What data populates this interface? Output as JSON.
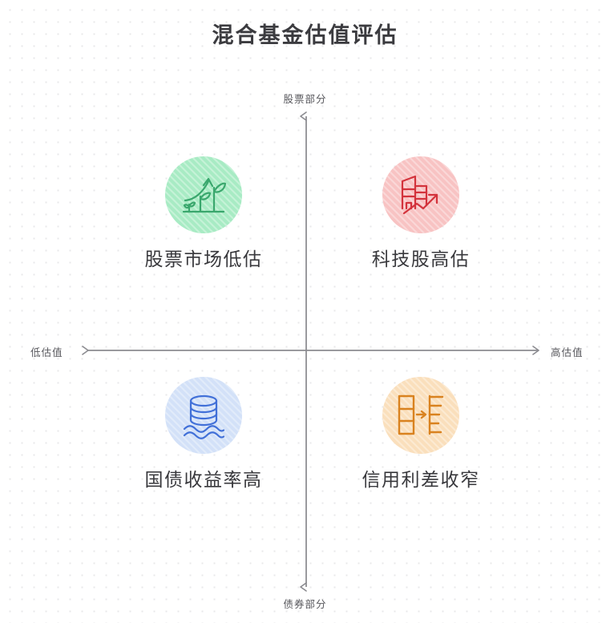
{
  "page": {
    "title": "混合基金估值评估",
    "background_color": "#ffffff",
    "dot_color": "#e8e8ea"
  },
  "axes": {
    "vertical": {
      "top_label": "股票部分",
      "bottom_label": "债券部分"
    },
    "horizontal": {
      "left_label": "低估值",
      "right_label": "高估值"
    },
    "line_color": "#8b8b90"
  },
  "quadrants": [
    {
      "position": "top-left",
      "label": "股票市场低估",
      "icon": "plant-growth-icon",
      "circle_color": "#a8ebc4",
      "stroke_color": "#3aa76d"
    },
    {
      "position": "top-right",
      "label": "科技股高估",
      "icon": "buildings-rising-arrow-icon",
      "circle_color": "#f8c3c3",
      "stroke_color": "#d3333c"
    },
    {
      "position": "bottom-left",
      "label": "国债收益率高",
      "icon": "coin-stack-waves-icon",
      "circle_color": "#d3e1f8",
      "stroke_color": "#4170d8"
    },
    {
      "position": "bottom-right",
      "label": "信用利差收窄",
      "icon": "spread-narrowing-icon",
      "circle_color": "#fadfbc",
      "stroke_color": "#d9821f"
    }
  ]
}
